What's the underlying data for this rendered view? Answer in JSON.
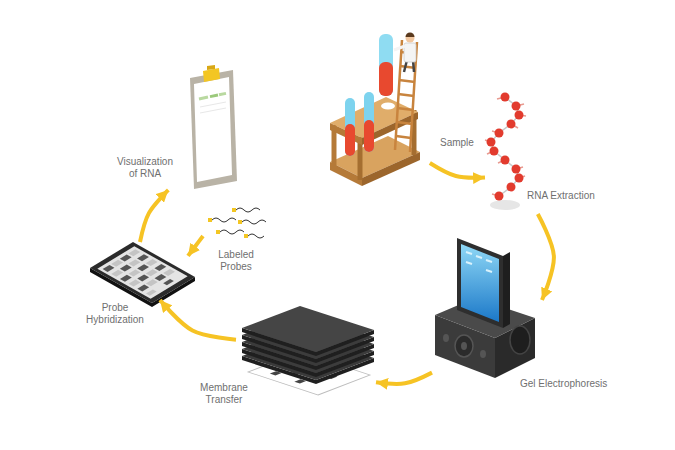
{
  "diagram": {
    "nodes": [
      {
        "text": [
          "Sample"
        ]
      },
      {
        "text": [
          "RNA Extraction"
        ]
      },
      {
        "text": [
          "Gel Electrophoresis"
        ]
      },
      {
        "text": [
          "Membrane Transfer"
        ]
      },
      {
        "text": [
          "Probe Hybridization"
        ]
      },
      {
        "text": [
          "Labeled Probes"
        ]
      },
      {
        "text": [
          "Visualization of RNA"
        ]
      }
    ],
    "edges": [
      {
        "from": 0,
        "to": 1,
        "arrow": "to"
      },
      {
        "from": 1,
        "to": 2,
        "arrow": "to"
      },
      {
        "from": 2,
        "to": 3,
        "arrow": "to"
      },
      {
        "from": 3,
        "to": 4,
        "arrow": "to"
      },
      {
        "from": 5,
        "to": 4,
        "arrow": "to"
      },
      {
        "from": 4,
        "to": 6,
        "arrow": "to"
      }
    ]
  }
}
